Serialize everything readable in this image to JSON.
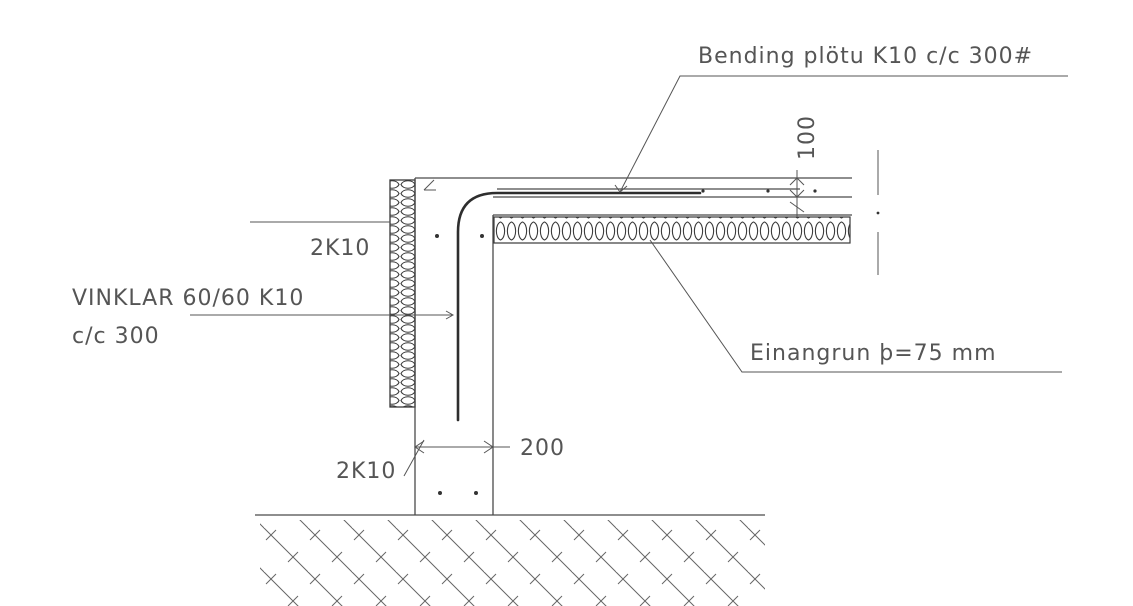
{
  "labels": {
    "bending": "Bending plötu K10 c/c 300#",
    "dim_100": "100",
    "bar_2k10_top": "2K10",
    "vinklar_line1": "VINKLAR 60/60 K10",
    "vinklar_line2": "c/c 300",
    "einangrun": "Einangrun þ=75 mm",
    "dim_200": "200",
    "bar_2k10_bottom": "2K10"
  },
  "colors": {
    "line": "#4a4a4a",
    "text": "#555555",
    "background": "#ffffff"
  }
}
